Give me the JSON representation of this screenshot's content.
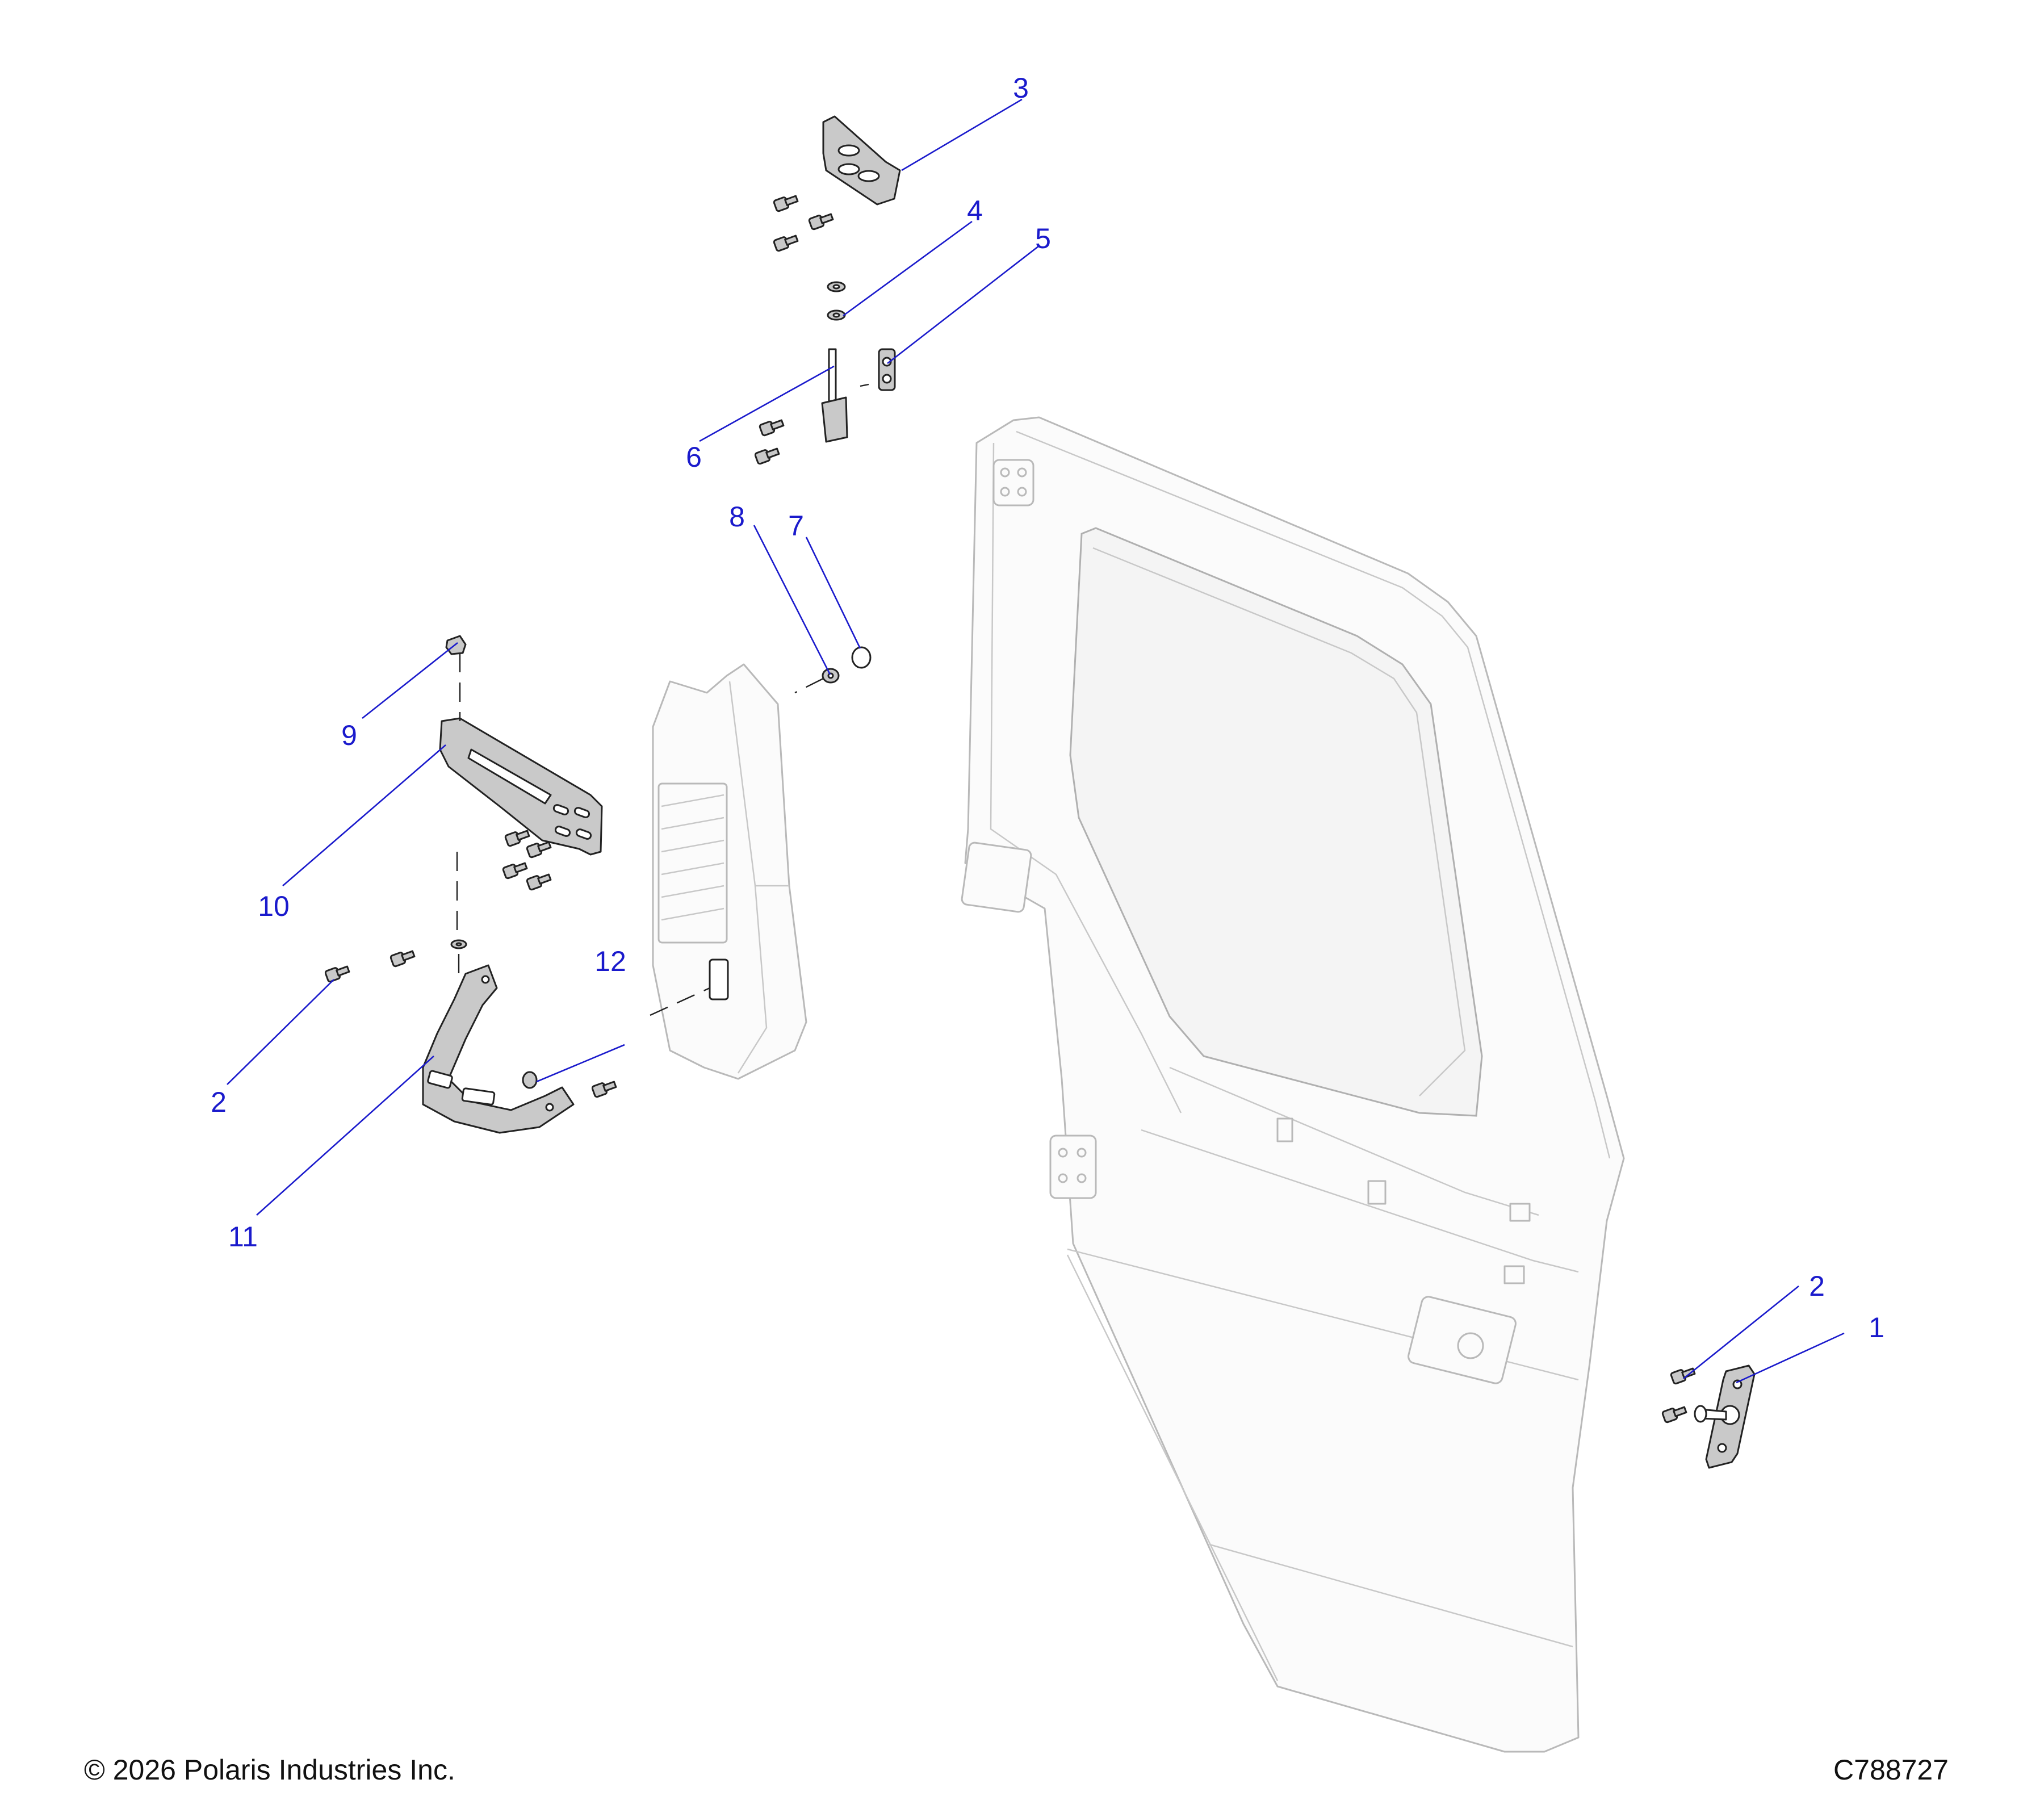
{
  "callouts": [
    {
      "id": "c1",
      "label": "1"
    },
    {
      "id": "c2a",
      "label": "2"
    },
    {
      "id": "c2b",
      "label": "2"
    },
    {
      "id": "c3",
      "label": "3"
    },
    {
      "id": "c4",
      "label": "4"
    },
    {
      "id": "c5",
      "label": "5"
    },
    {
      "id": "c6",
      "label": "6"
    },
    {
      "id": "c7",
      "label": "7"
    },
    {
      "id": "c8",
      "label": "8"
    },
    {
      "id": "c9",
      "label": "9"
    },
    {
      "id": "c10",
      "label": "10"
    },
    {
      "id": "c11",
      "label": "11"
    },
    {
      "id": "c12",
      "label": "12"
    }
  ],
  "footer": {
    "copyright": "© 2026 Polaris Industries Inc.",
    "drawing_id": "C788727"
  },
  "colors": {
    "callout": "#1a1acc",
    "line": "#222222",
    "ghost": "#b9b9b9"
  }
}
